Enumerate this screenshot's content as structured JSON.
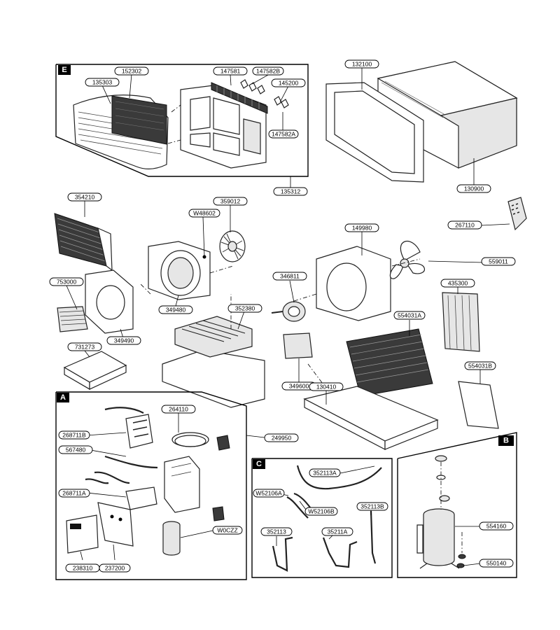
{
  "diagram": {
    "sections": [
      {
        "id": "E",
        "letter": "E"
      },
      {
        "id": "A",
        "letter": "A"
      },
      {
        "id": "C",
        "letter": "C"
      },
      {
        "id": "B",
        "letter": "B"
      }
    ],
    "part_labels": {
      "p152302": "152302",
      "p135303": "135303",
      "p147581": "147581",
      "p147582B": "147582B",
      "p145200": "145200",
      "p147582A": "147582A",
      "p135312": "135312",
      "p132100": "132100",
      "p130900": "130900",
      "p267110": "267110",
      "p354210": "354210",
      "p359012": "359012",
      "pW48602": "W48602",
      "p149980": "149980",
      "p559011": "559011",
      "p753000": "753000",
      "p349480": "349480",
      "p346811": "346811",
      "p435300": "435300",
      "p349490": "349490",
      "p352380": "352380",
      "p554031A": "554031A",
      "p731273": "731273",
      "p554031B": "554031B",
      "p349600": "349600",
      "p130410": "130410",
      "p264110": "264110",
      "p268711B": "268711B",
      "p249950": "249950",
      "p567480": "567480",
      "p352113A": "352113A",
      "p268711A": "268711A",
      "pW52106A": "W52106A",
      "pW52106B": "W52106B",
      "p352113B": "352113B",
      "p554160": "554160",
      "pW0CZZ": "W0CZZ",
      "p352113": "352113",
      "p35211A": "35211A",
      "p238310": "238310",
      "p237200": "237200",
      "p550140": "550140"
    }
  }
}
